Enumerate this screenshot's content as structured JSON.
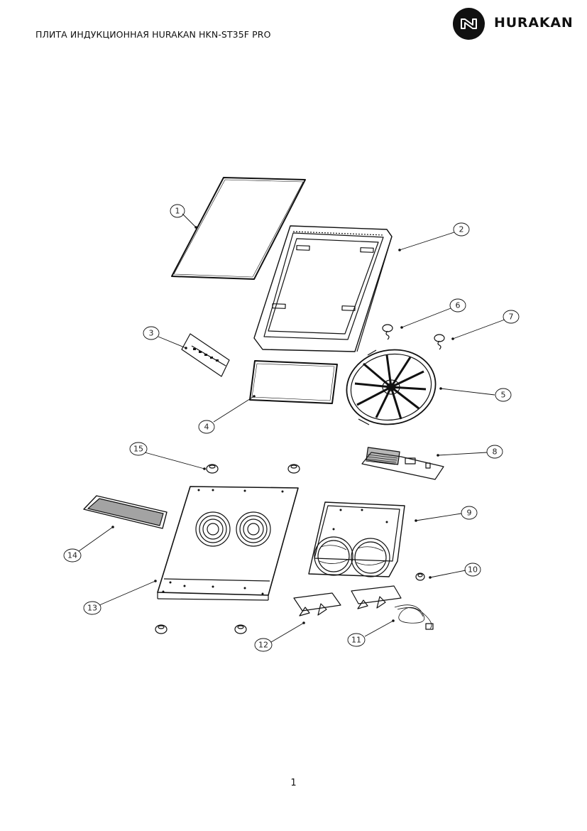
{
  "header": {
    "title": "ПЛИТА ИНДУКЦИОННАЯ HURAKAN HKN-ST35F PRO",
    "brand": "HURAKAN"
  },
  "callouts": [
    {
      "id": "1",
      "label": "1"
    },
    {
      "id": "2",
      "label": "2"
    },
    {
      "id": "3",
      "label": "3"
    },
    {
      "id": "4",
      "label": "4"
    },
    {
      "id": "5",
      "label": "5"
    },
    {
      "id": "6",
      "label": "6"
    },
    {
      "id": "7",
      "label": "7"
    },
    {
      "id": "8",
      "label": "8"
    },
    {
      "id": "9",
      "label": "9"
    },
    {
      "id": "10",
      "label": "10"
    },
    {
      "id": "11",
      "label": "11"
    },
    {
      "id": "12",
      "label": "12"
    },
    {
      "id": "13",
      "label": "13"
    },
    {
      "id": "14",
      "label": "14"
    },
    {
      "id": "15",
      "label": "15"
    }
  ],
  "footer": {
    "page_number": "1"
  },
  "colors": {
    "ink": "#111111",
    "background": "#ffffff"
  }
}
